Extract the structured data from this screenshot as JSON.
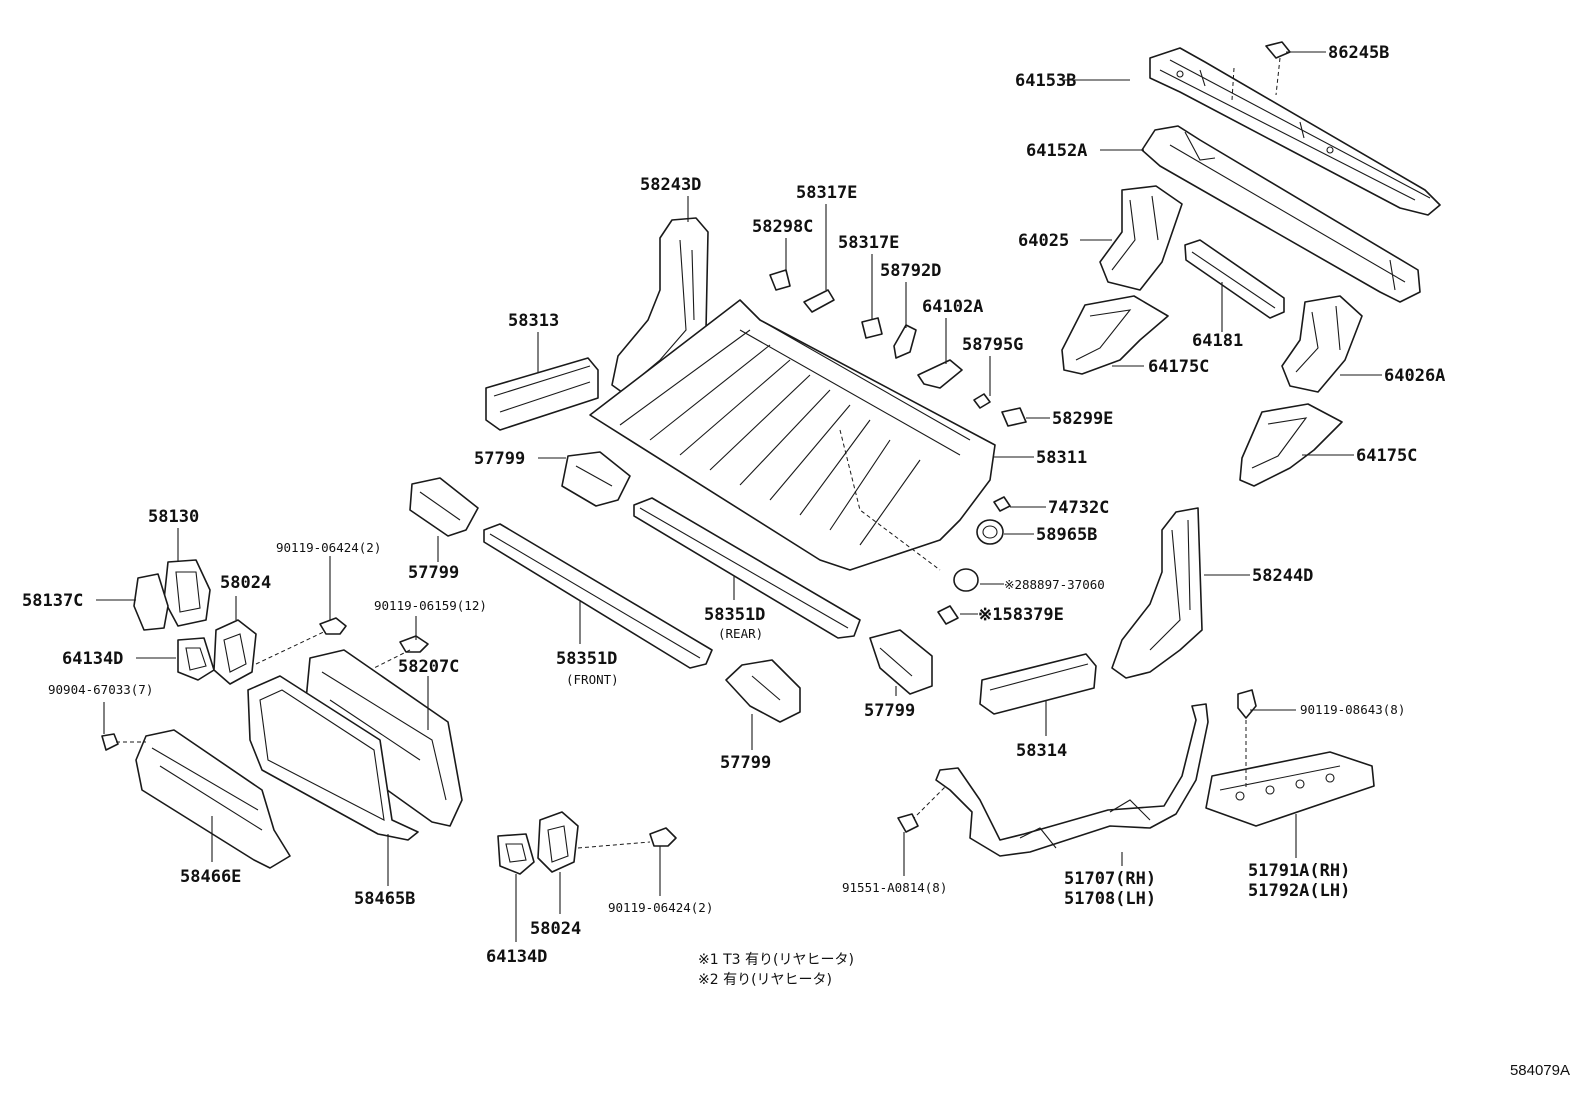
{
  "parts": {
    "p86245B": "86245B",
    "p64153B": "64153B",
    "p64152A": "64152A",
    "p64025": "64025",
    "p64181": "64181",
    "p64175C_a": "64175C",
    "p64026A": "64026A",
    "p64175C_b": "64175C",
    "p58243D": "58243D",
    "p58317E_a": "58317E",
    "p58298C": "58298C",
    "p58317E_b": "58317E",
    "p58792D": "58792D",
    "p64102A": "64102A",
    "p58795G": "58795G",
    "p58313": "58313",
    "p58299E": "58299E",
    "p58311": "58311",
    "p57799_a": "57799",
    "p74732C": "74732C",
    "p58965B": "58965B",
    "p57799_b": "57799",
    "p58130": "58130",
    "p90119_06424_a": "90119-06424(2)",
    "p58137C": "58137C",
    "p58024_a": "58024",
    "p90119_06159": "90119-06159(12)",
    "p58351D_rear": "58351D",
    "p58351D_rear_sub": "(REAR)",
    "p88897": "※288897-37060",
    "p58244D": "58244D",
    "p58379E": "※158379E",
    "p64134D_a": "64134D",
    "p58207C": "58207C",
    "p58351D_front": "58351D",
    "p58351D_front_sub": "(FRONT)",
    "p90904": "90904-67033(7)",
    "p57799_c": "57799",
    "p90119_08643": "90119-08643(8)",
    "p58314": "58314",
    "p57799_d": "57799",
    "p51707": "51707(RH)",
    "p51708": "51708(LH)",
    "p51791A": "51791A(RH)",
    "p51792A": "51792A(LH)",
    "p58466E": "58466E",
    "p58465B": "58465B",
    "p91551": "91551-A0814(8)",
    "p90119_06424_b": "90119-06424(2)",
    "p58024_b": "58024",
    "p64134D_b": "64134D"
  },
  "notes": {
    "note1": "※1 T3 有り(リヤヒータ)",
    "note2": "※2 有り(リヤヒータ)"
  },
  "reference": "584079A"
}
